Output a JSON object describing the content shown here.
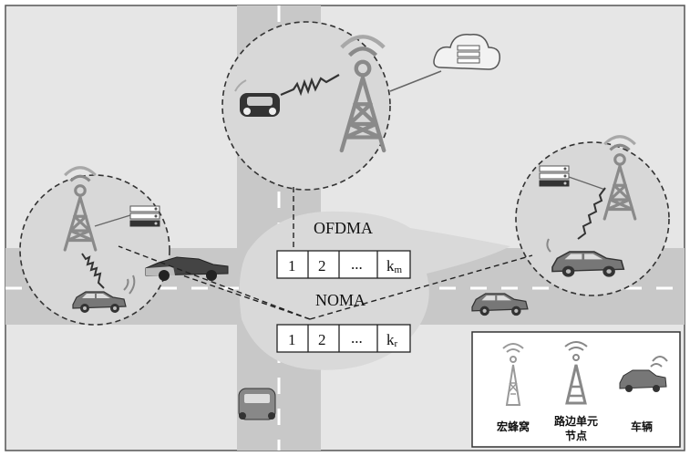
{
  "diagram": {
    "ofdma_label": "OFDMA",
    "noma_label": "NOMA",
    "ofdma_cells": [
      "1",
      "2",
      "...",
      "k"
    ],
    "ofdma_subscript": "m",
    "noma_cells": [
      "1",
      "2",
      "...",
      "k"
    ],
    "noma_subscript": "r"
  },
  "legend": {
    "macro_cell": "宏蜂窝",
    "rsu_line1": "路边单元",
    "rsu_line2": "节点",
    "vehicle": "车辆"
  },
  "colors": {
    "road": "#c8c8c8",
    "background": "#e6e6e6",
    "zone": "#d6d6d6",
    "tower": "#8a8a8a",
    "dark": "#333333"
  }
}
